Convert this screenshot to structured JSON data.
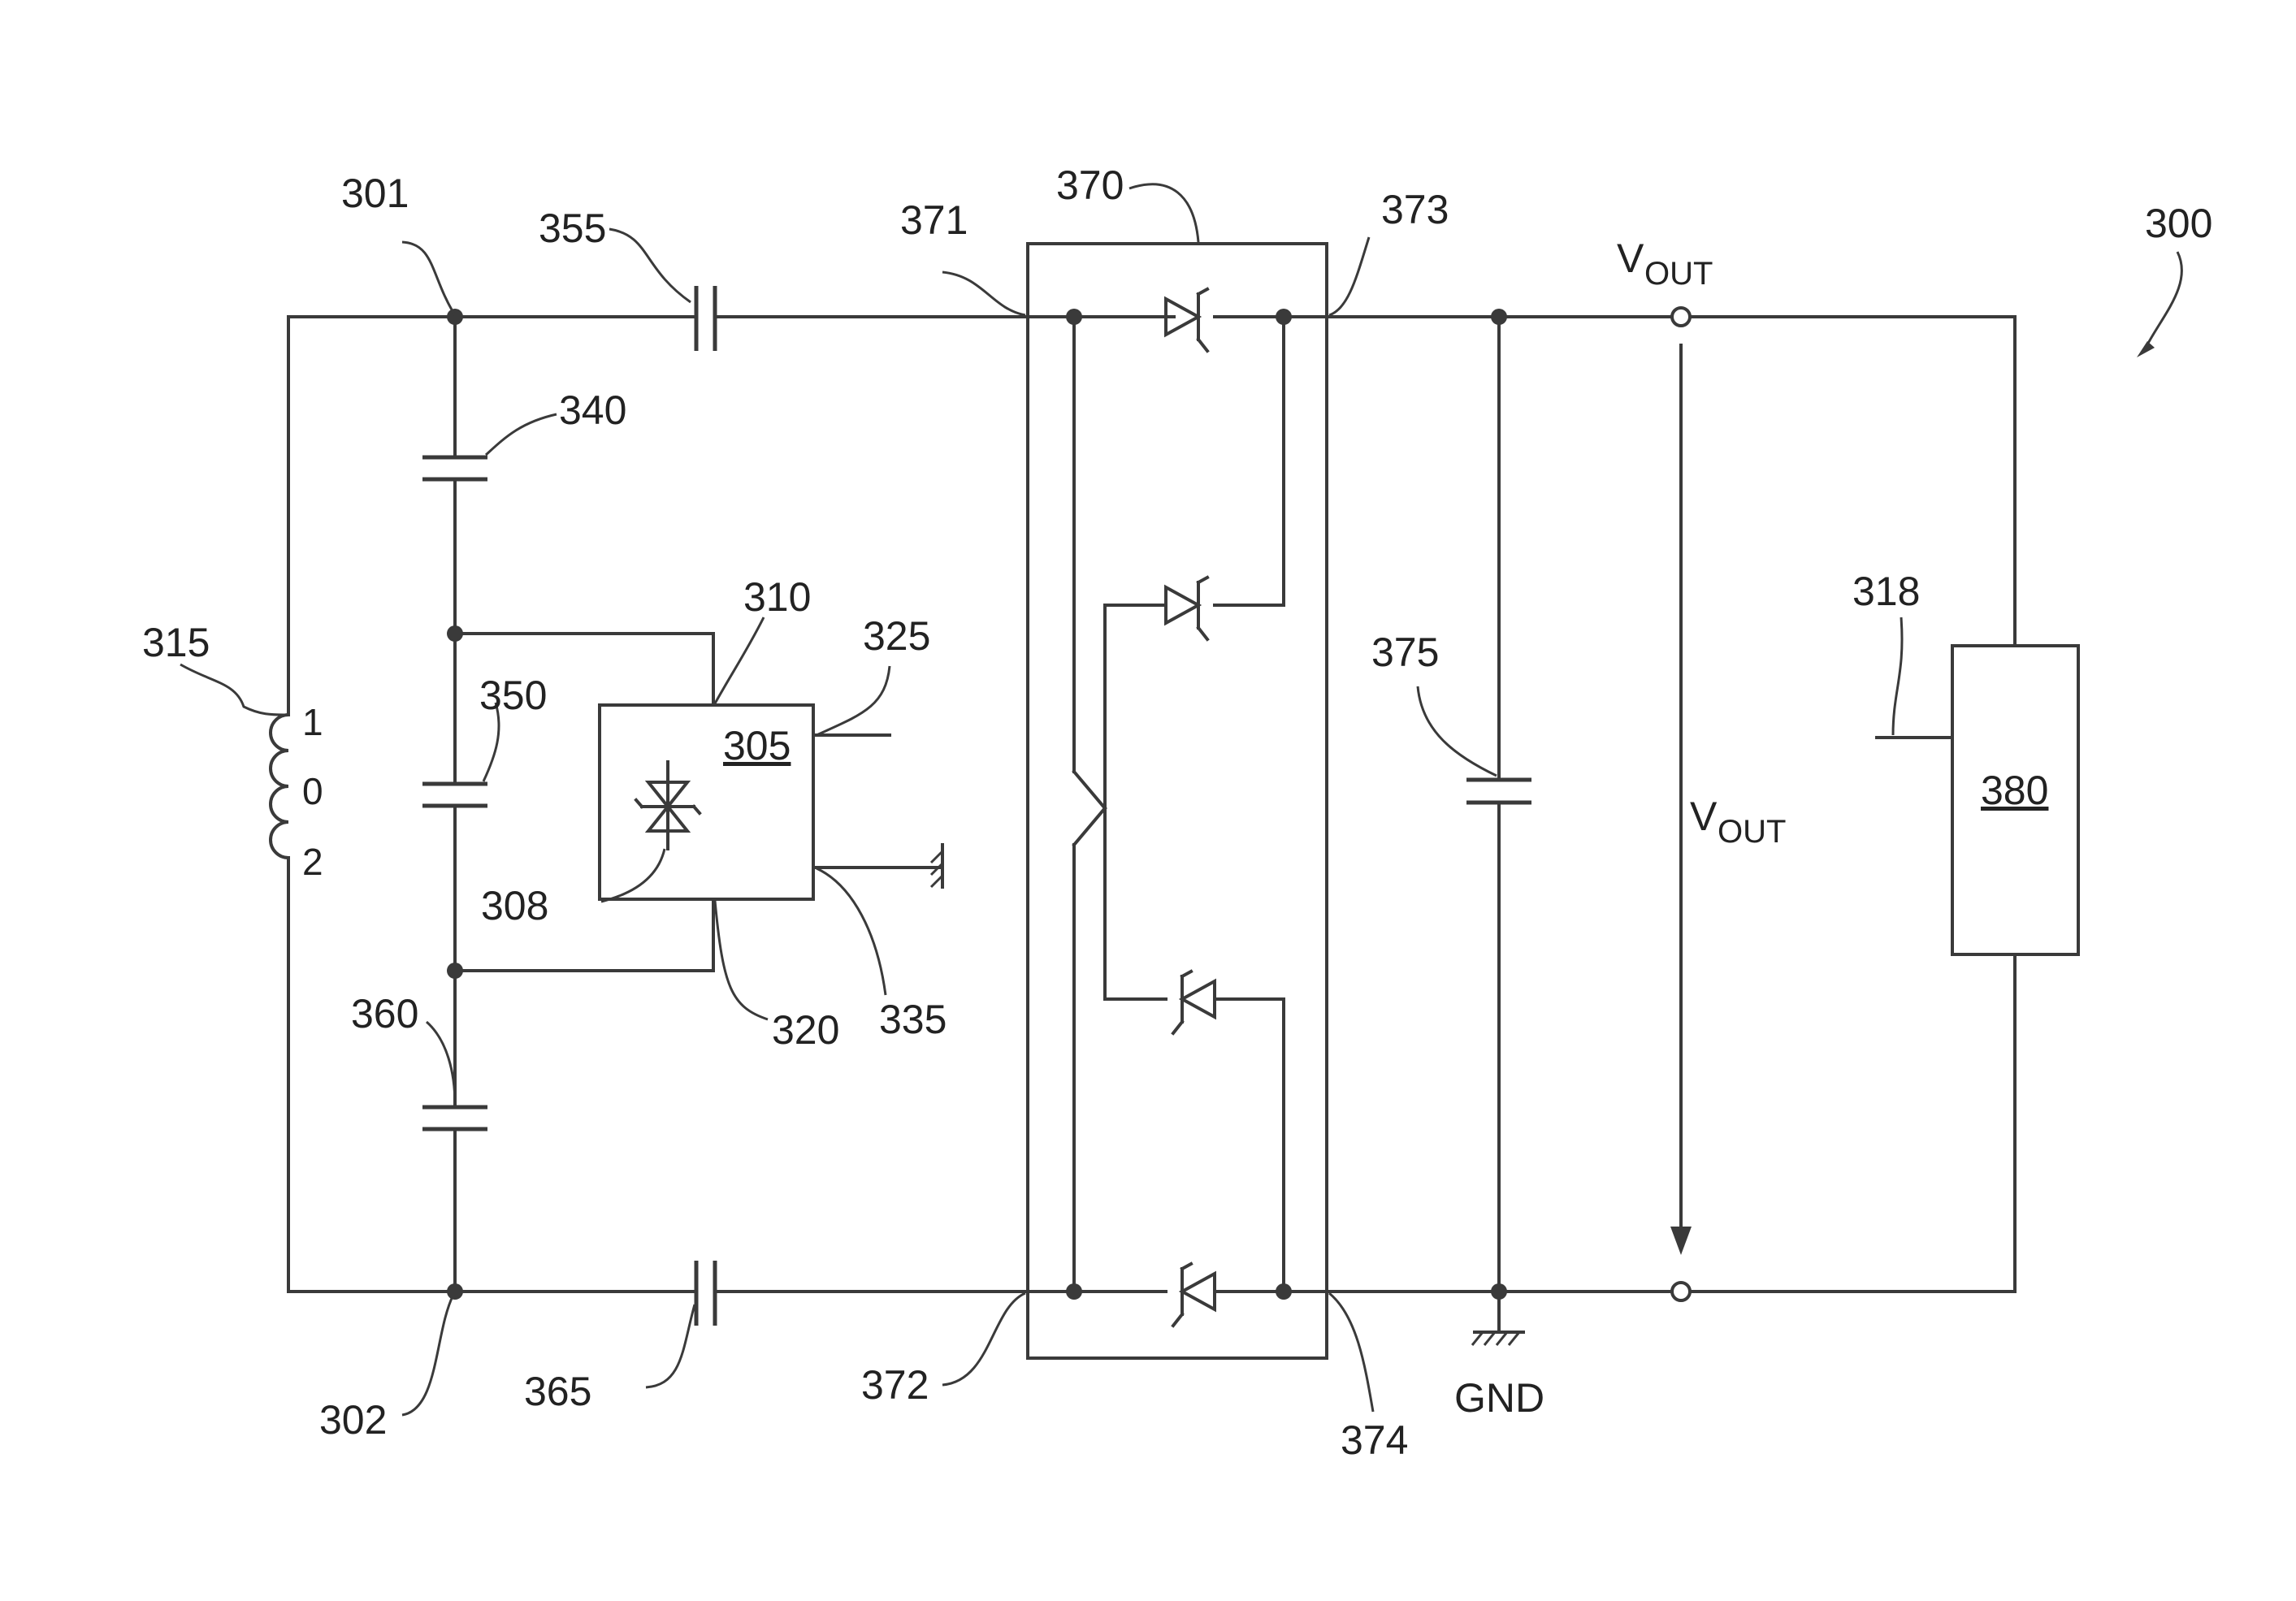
{
  "figure": {
    "labels": {
      "r300": "300",
      "r301": "301",
      "r302": "302",
      "r305": "305",
      "r308": "308",
      "r310": "310",
      "r315": "315",
      "r318": "318",
      "r320": "320",
      "r325": "325",
      "r335": "335",
      "r340": "340",
      "r350": "350",
      "r355": "355",
      "r360": "360",
      "r365": "365",
      "r370": "370",
      "r371": "371",
      "r372": "372",
      "r373": "373",
      "r374": "374",
      "r375": "375",
      "r380": "380"
    },
    "coil_pins": {
      "p1": "1",
      "p0": "0",
      "p2": "2"
    },
    "vout": {
      "main": "V",
      "sub": "OUT"
    },
    "gnd": "GND"
  }
}
